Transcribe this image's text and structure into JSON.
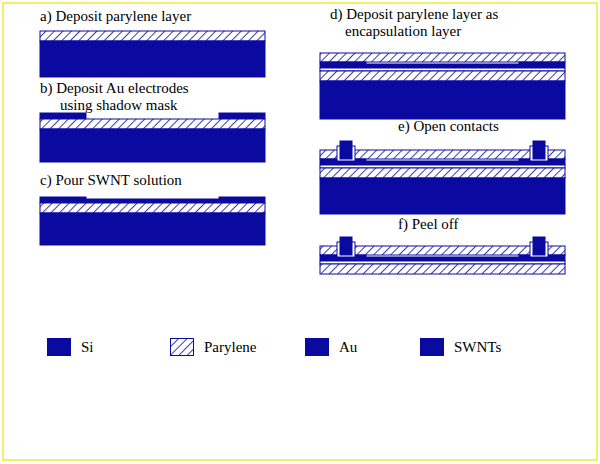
{
  "diagram": {
    "labels": [
      "a) Deposit parylene layer",
      "b) Deposit Au electrodes using shadow mask",
      "c) Pour SWNT solution",
      "d) Deposit parylene layer as encapsulation layer",
      "e) Open contacts",
      "f) Peel off"
    ],
    "legend": [
      {
        "text": "Si",
        "color": "#0a0aa0"
      },
      {
        "text": "Parylene"
      },
      {
        "text": "Au",
        "color": "#0a0aa0"
      },
      {
        "text": "SWNTs",
        "color": "#0a0aa0"
      }
    ]
  }
}
